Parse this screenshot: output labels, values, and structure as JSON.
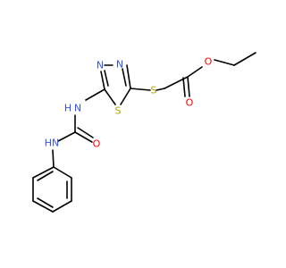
{
  "molecule": {
    "atoms": [
      {
        "id": "s_thio",
        "label": "S",
        "color": "#b3a100"
      },
      {
        "id": "s_ring",
        "label": "S",
        "color": "#b3a100"
      },
      {
        "id": "o_ester",
        "label": "O",
        "color": "#ff0000"
      },
      {
        "id": "o_carbonyl",
        "label": "O",
        "color": "#ff0000"
      },
      {
        "id": "o_urea",
        "label": "O",
        "color": "#ff0000"
      },
      {
        "id": "n_ring1",
        "label": "N",
        "color": "#3050f8"
      },
      {
        "id": "n_ring2",
        "label": "N",
        "color": "#3050f8"
      },
      {
        "id": "n_urea1",
        "label": "N",
        "color": "#3050f8"
      },
      {
        "id": "h_urea1",
        "label": "H",
        "color": "#3050f8"
      },
      {
        "id": "n_urea2",
        "label": "HN",
        "color": "#3050f8"
      }
    ],
    "bond_color": "#000000"
  }
}
